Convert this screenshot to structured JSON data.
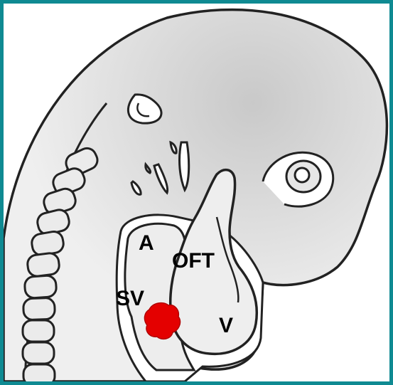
{
  "diagram": {
    "labels": {
      "atrium": "A",
      "outflow_tract": "OFT",
      "sinus_venosus": "SV",
      "ventricle": "V"
    },
    "colors": {
      "frame_border": "#0f8a92",
      "highlight": "#e40000",
      "body_fill": "#ebebeb",
      "outline": "#222222"
    }
  }
}
